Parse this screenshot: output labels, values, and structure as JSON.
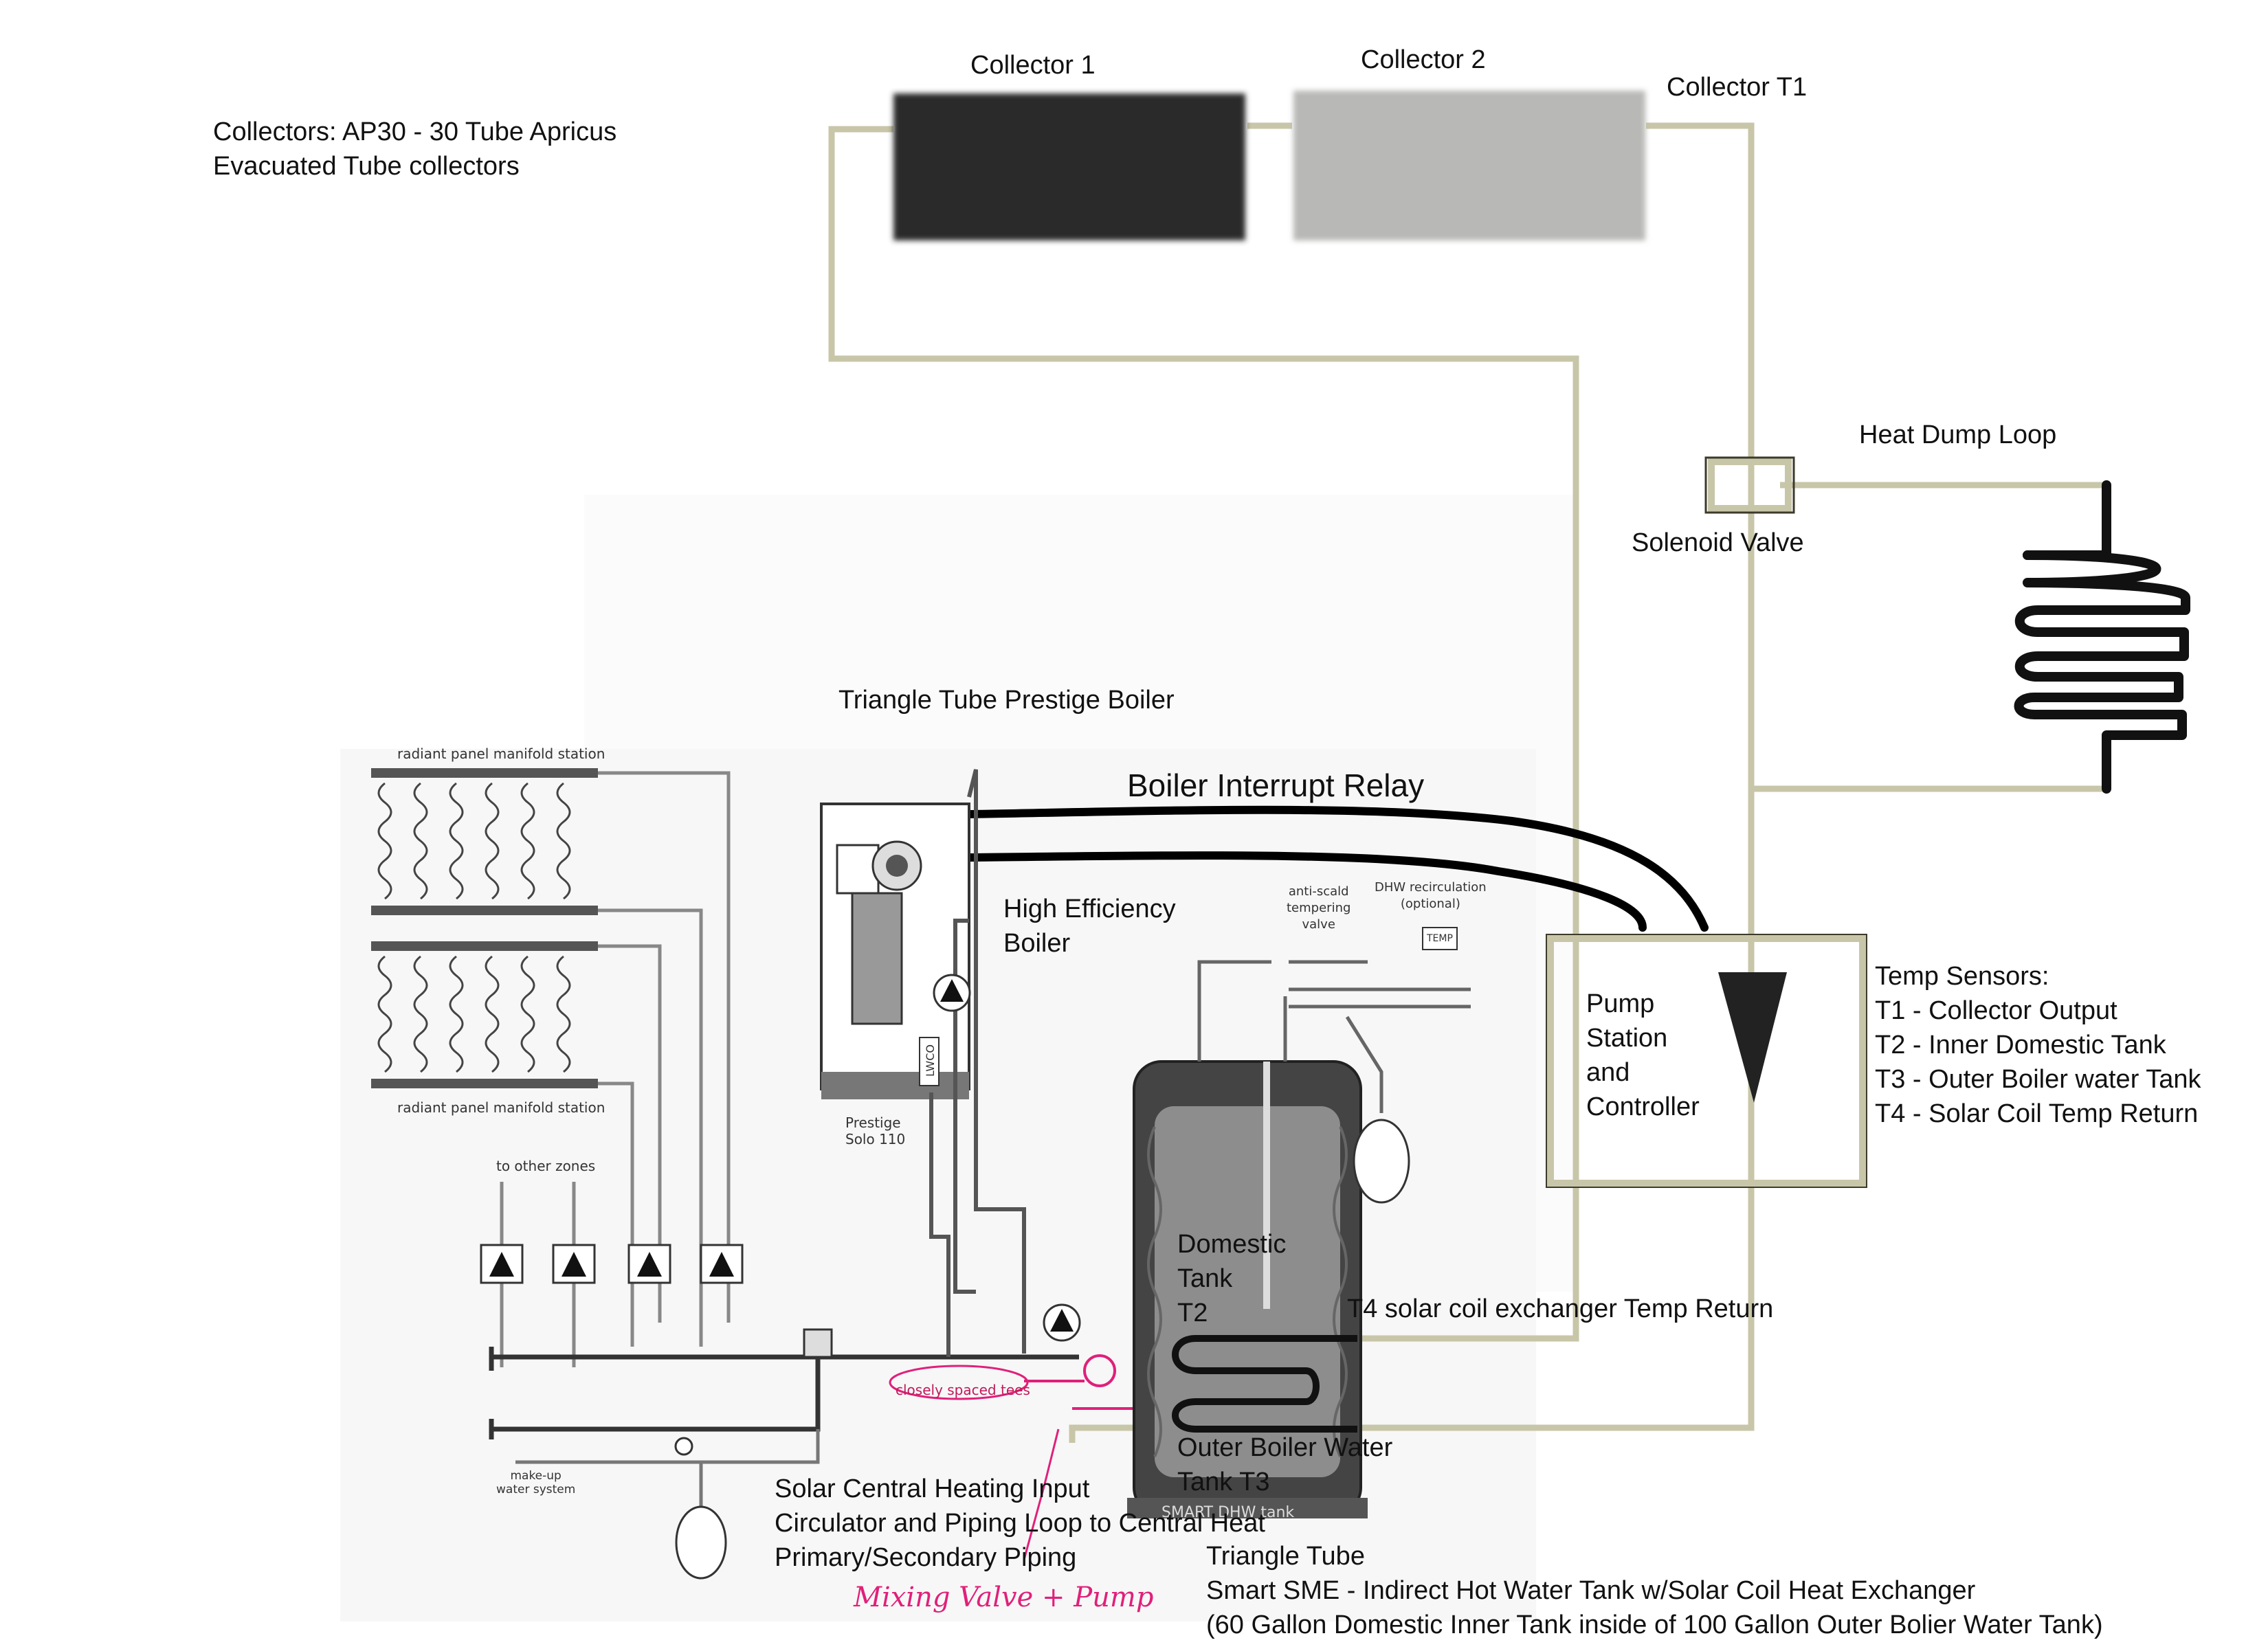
{
  "collectors": {
    "note_lines": [
      "Collectors: AP30 - 30 Tube Apricus",
      "Evacuated Tube collectors"
    ],
    "collector1_label": "Collector 1",
    "collector2_label": "Collector 2",
    "t1_label": "Collector T1"
  },
  "heat_dump": {
    "title": "Heat Dump Loop",
    "valve_label": "Solenoid Valve"
  },
  "boiler": {
    "title": "Triangle Tube Prestige Boiler",
    "relay_label": "Boiler Interrupt Relay",
    "efficiency_lines": [
      "High Efficiency",
      "Boiler"
    ],
    "model_lines": [
      "Prestige",
      "Solo 110"
    ],
    "lwco_label": "LWCO"
  },
  "pump_station": {
    "lines": [
      "Pump",
      "Station",
      "and",
      "Controller"
    ]
  },
  "temp_sensors": {
    "lines": [
      "Temp Sensors:",
      "T1 - Collector Output",
      "T2 - Inner Domestic Tank",
      "T3 - Outer Boiler water Tank",
      "T4 - Solar Coil Temp Return"
    ]
  },
  "manifold": {
    "top_label": "radiant panel manifold station",
    "bottom_label": "radiant panel manifold station",
    "zones_label": "to other zones",
    "makeup_lines": [
      "make-up",
      "water system"
    ]
  },
  "dhw": {
    "antiscald_lines": [
      "anti-scald",
      "tempering",
      "valve"
    ],
    "recirc_lines": [
      "DHW recirculation",
      "(optional)"
    ],
    "temp_box": "TEMP",
    "domestic_lines": [
      "Domestic",
      "Tank",
      "T2"
    ],
    "t4_label": "T4 solar coil exchanger Temp Return",
    "outer_lines": [
      "Outer Boiler Water",
      "Tank T3"
    ],
    "tank_brand": "SMART DHW tank"
  },
  "piping": {
    "tees_label": "closely spaced tees",
    "solar_input_lines": [
      "Solar Central Heating Input",
      "Circulator and Piping Loop to Central Heat",
      "Primary/Secondary Piping"
    ],
    "mixing_note": "Mixing Valve + Pump"
  },
  "tank_info": {
    "lines": [
      "Triangle Tube",
      "Smart SME - Indirect Hot Water Tank w/Solar Coil Heat Exchanger",
      "(60 Gallon Domestic Inner Tank inside of 100 Gallon Outer Bolier Water Tank)"
    ]
  },
  "colors": {
    "solar_pipe": "#c8c6a8",
    "collector1": "#2b2b2b",
    "collector2": "#b8b8b6",
    "relay_wire": "#000000",
    "handwriting": "#e0207a"
  }
}
